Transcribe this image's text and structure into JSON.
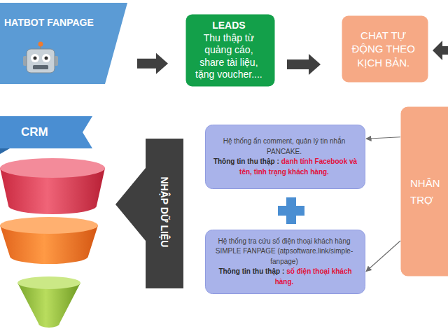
{
  "diagram": {
    "nodes": [
      {
        "text": [
          "HATBOT FANPAGE"
        ]
      },
      {
        "text": [
          "LEADS",
          "Thu thập từ quảng cáo, share tài liệu, tặng voucher...."
        ]
      },
      {
        "text": [
          "CHAT TỰ ĐỘNG THEO KỊCH BẢN."
        ]
      },
      {
        "text": [
          "CRM"
        ]
      },
      {
        "text": [
          "NHẬP DỮ LIỆU"
        ]
      },
      {
        "text": [
          "Hệ thống ẩn comment, quản lý tin nhắn PANCAKE.",
          "Thông tin thu thập :",
          "danh tính Facebook và tên, tình trạng khách hàng."
        ]
      },
      {
        "text": [
          "Hệ thống tra cứu số điện thoại khách hàng SIMPLE FANPAGE (atpsoftware.link/simple-fanpage)",
          "Thông tin thu thập :",
          "số điện thoại khách hàng."
        ]
      },
      {
        "text": [
          "NHÂN TRỢ"
        ]
      }
    ],
    "edges": [
      {
        "from": 0,
        "to": 1,
        "arrow": "to"
      },
      {
        "from": 1,
        "to": 2,
        "arrow": "to"
      },
      {
        "from": 7,
        "to": 5,
        "arrow": "to"
      },
      {
        "from": 7,
        "to": 6,
        "arrow": "to"
      }
    ]
  }
}
